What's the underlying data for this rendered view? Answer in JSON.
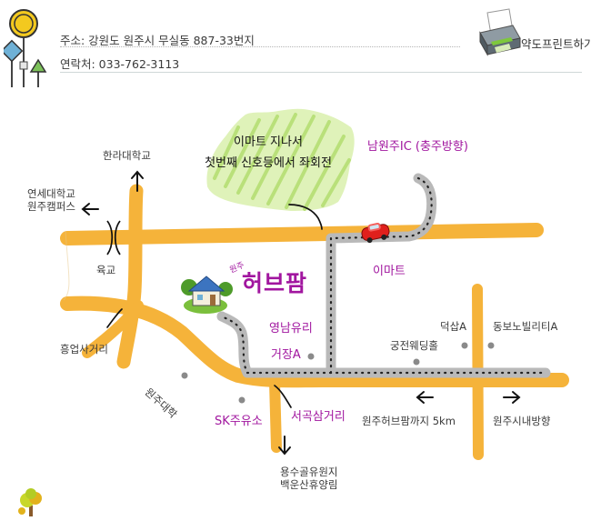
{
  "header": {
    "address": "주소: 강원도 원주시 무실동 887-33번지",
    "contact": "연락처: 033-762-3113"
  },
  "print_button": {
    "label": "약도프린트하기"
  },
  "map": {
    "labels": {
      "hanra_univ": "한라대학교",
      "yonsei_campus": "연세대학교\n원주캠퍼스",
      "yukgyo": "육교",
      "heungeop": "흥업사거리",
      "wonju_univ": "원주대학",
      "instruction": "이마트 지나서\n첫번째 신호등에서 좌회전",
      "namwonju_ic": "남원주IC (충주방향)",
      "emart": "이마트",
      "farm_prefix": "원주",
      "farm_name": "허브팜",
      "yeongnam_glass": "영남유리",
      "geojang": "거장A",
      "gungjeon_wedding": "궁전웨딩홀",
      "deoksap": "덕삽A",
      "dongbo_villity": "동보노빌리티A",
      "sk_gas": "SK주유소",
      "seogok": "서곡삼거리",
      "distance": "원주허브팜까지 5km",
      "downtown": "원주시내방향",
      "yongsu_reservoir": "용수골유원지\n백운산휴양림"
    }
  },
  "colors": {
    "road_main": "#f5b33a",
    "route": "#b9b9b9",
    "label_accent": "#a1169f",
    "label_text": "#3a3a3a",
    "car": "#e0201c"
  },
  "icons": [
    "road-sign-icon",
    "printer-icon",
    "car-icon",
    "farm-house-icon",
    "tree-icon"
  ]
}
